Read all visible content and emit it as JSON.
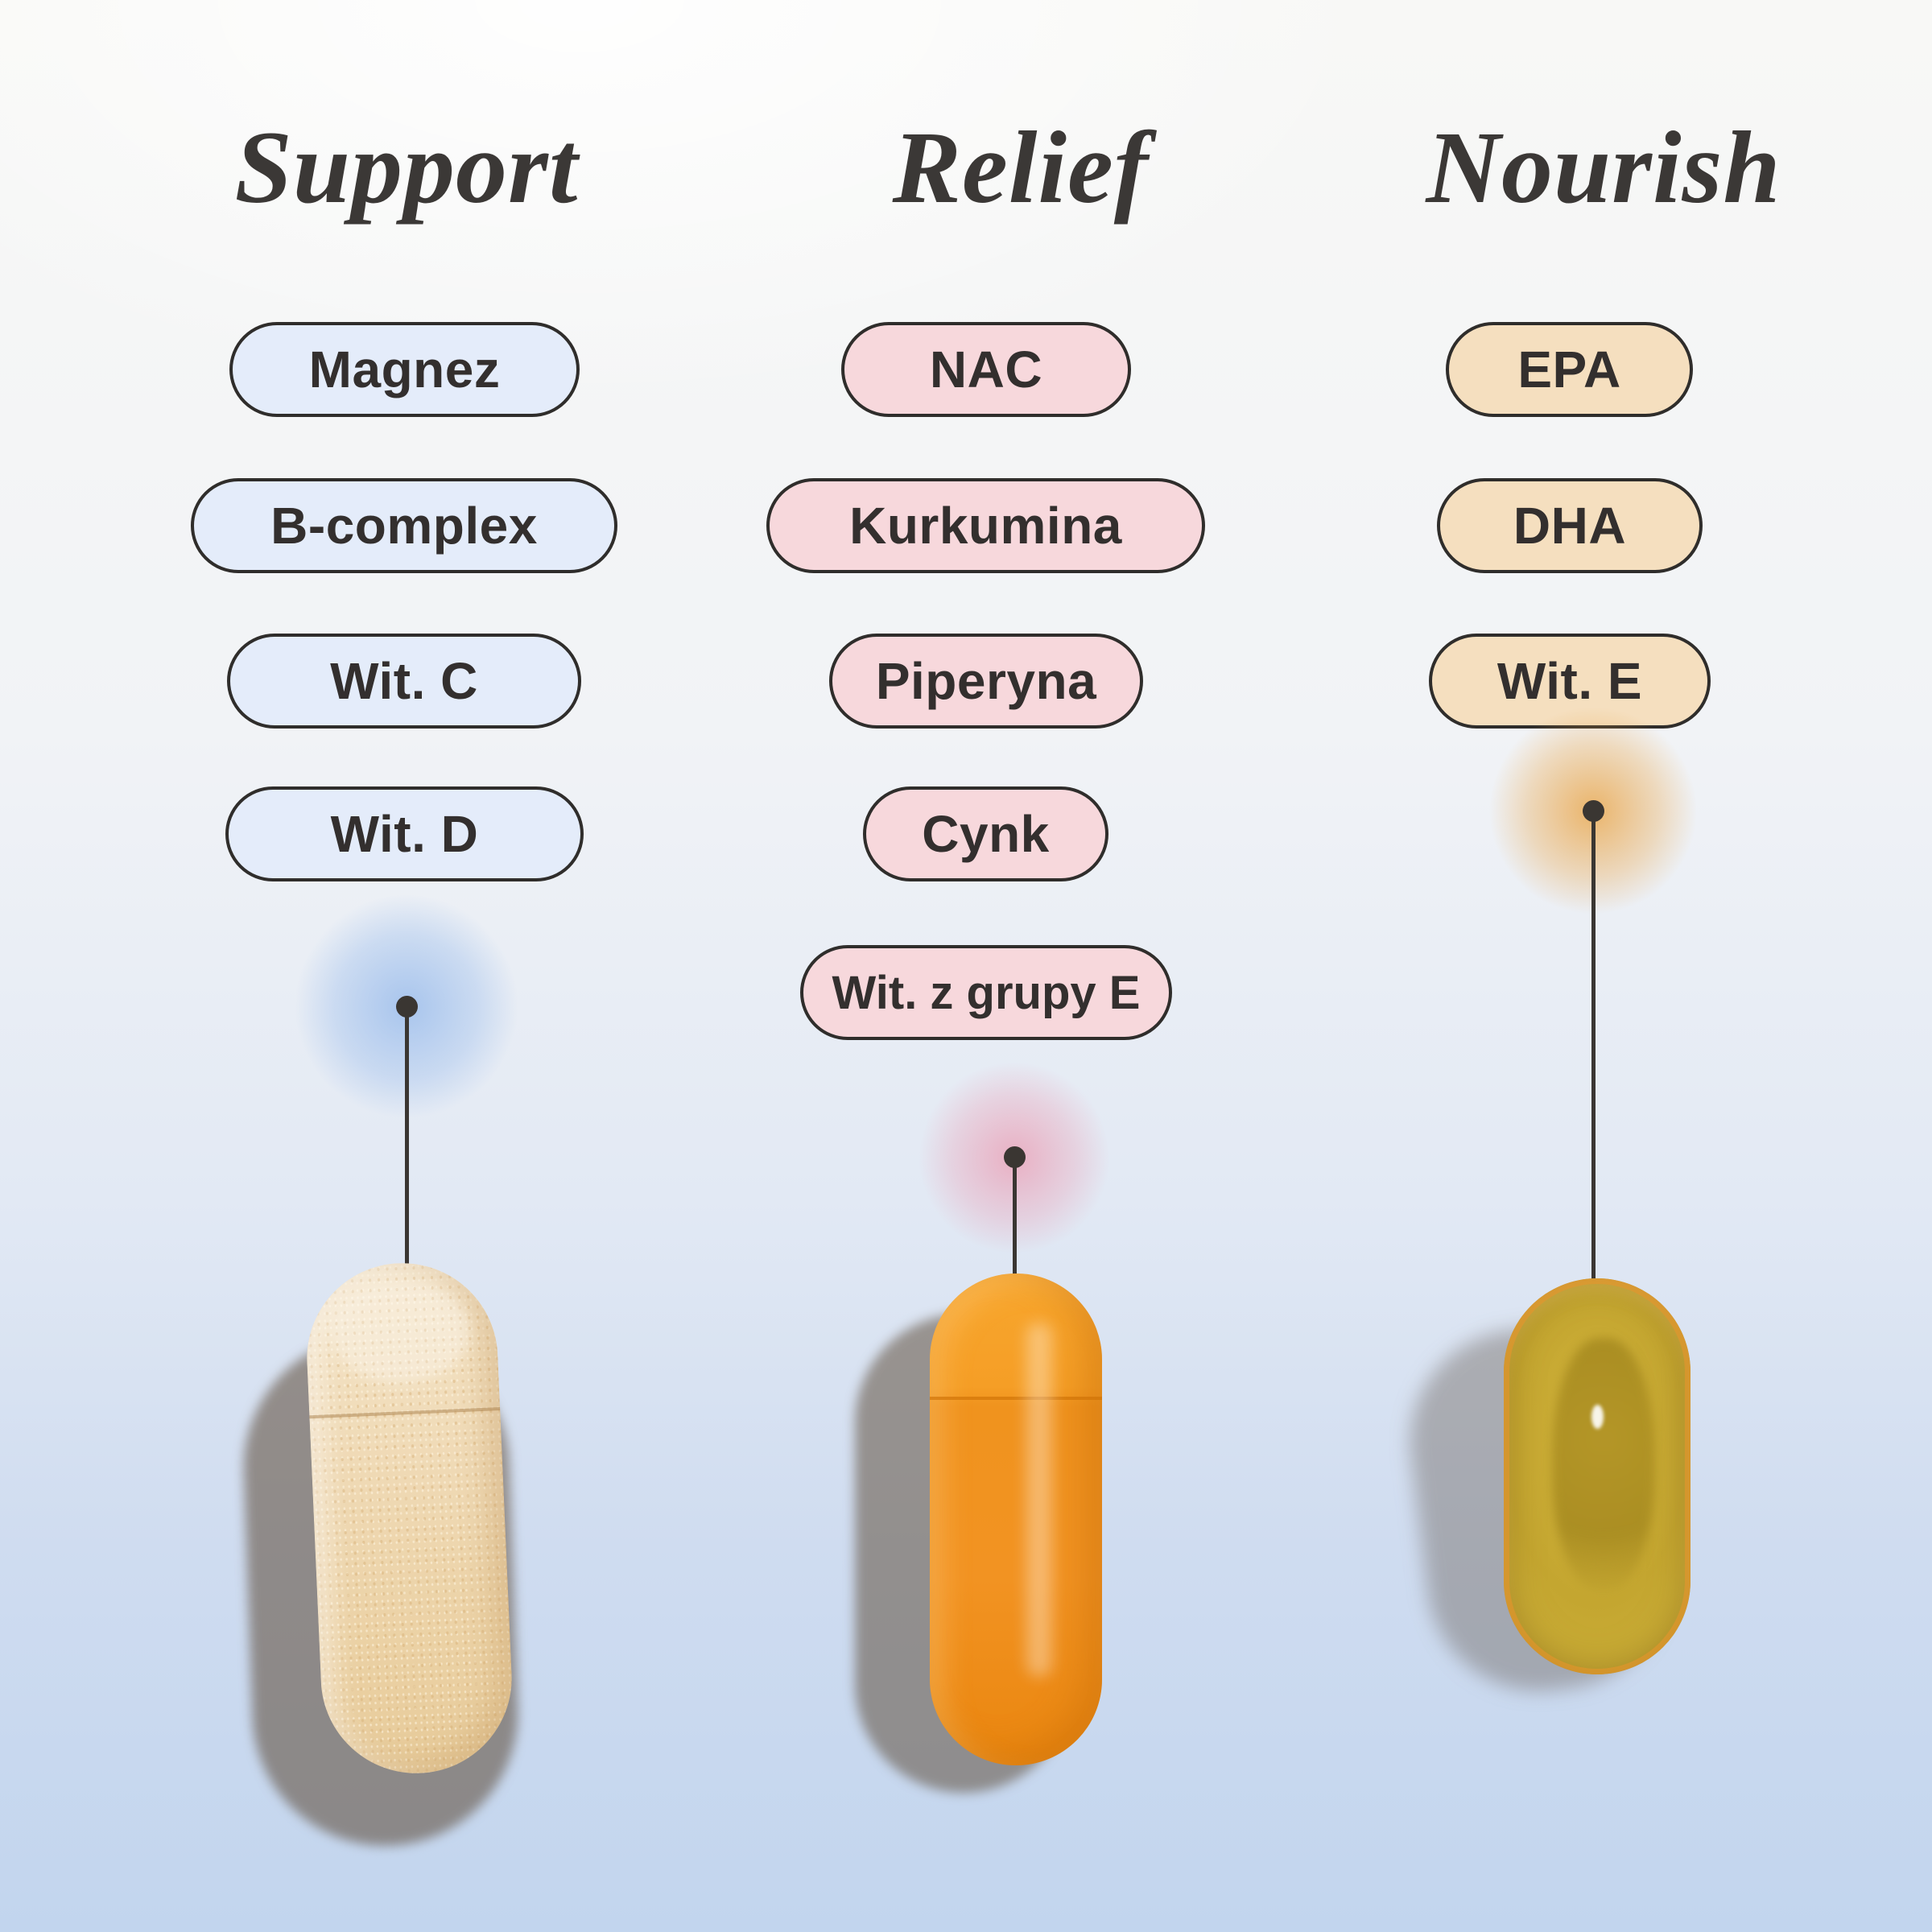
{
  "columns": [
    {
      "title": "Support",
      "pills": [
        "Magnez",
        "B-complex",
        "Wit. C",
        "Wit. D"
      ],
      "pill_color": "#E4ECFA",
      "glow_color": "#7DAAE8",
      "capsule_description": "cream powder capsule"
    },
    {
      "title": "Relief",
      "pills": [
        "NAC",
        "Kurkumina",
        "Piperyna",
        "Cynk",
        "Wit. z grupy E"
      ],
      "pill_color": "#F7D8DC",
      "glow_color": "#EC8CA5",
      "capsule_description": "orange capsule"
    },
    {
      "title": "Nourish",
      "pills": [
        "EPA",
        "DHA",
        "Wit. E"
      ],
      "pill_color": "#F5DFBF",
      "glow_color": "#E9A03C",
      "capsule_description": "amber oil softgel"
    }
  ],
  "colors": {
    "outline": "#2F2D2B",
    "text": "#332F2E",
    "connector": "#3A3632",
    "background_top": "#F8F8F6",
    "background_bottom": "#C2D5EE"
  }
}
